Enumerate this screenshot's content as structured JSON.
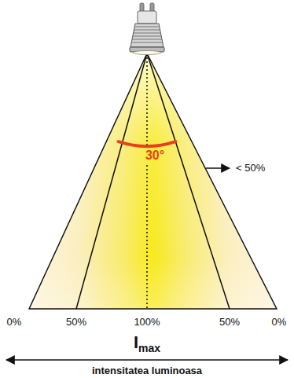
{
  "diagram": {
    "labels": [
      "30°",
      "< 50%",
      "0%",
      "50%",
      "100%",
      "50%",
      "0%",
      "I",
      "max",
      "intensitatea luminoasa"
    ]
  }
}
